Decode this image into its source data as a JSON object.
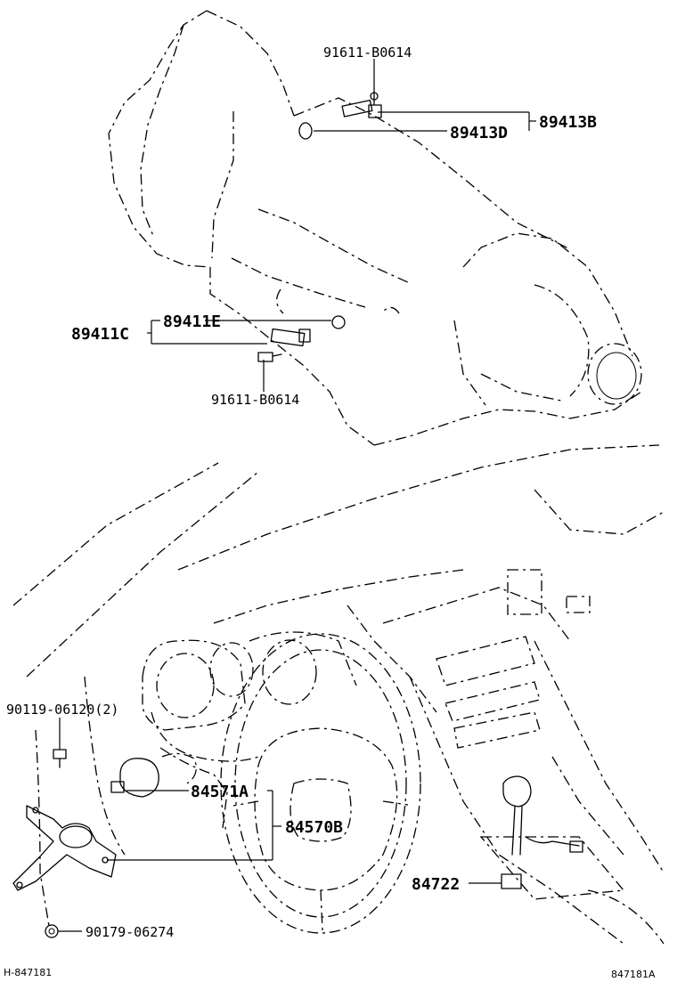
{
  "labels": {
    "bolt_top": "91611-B0614",
    "sensor_b": "89413B",
    "sensor_d": "89413D",
    "sensor_c": "89411C",
    "sensor_e": "89411E",
    "bolt_bottom": "91611-B0614",
    "screw_2": "90119-06120(2)",
    "switch_a": "84571A",
    "bracket_b": "84570B",
    "shift_switch": "84722",
    "nut": "90179-06274"
  },
  "footer": {
    "left_code": "H-847181",
    "right_code": "847181A"
  }
}
